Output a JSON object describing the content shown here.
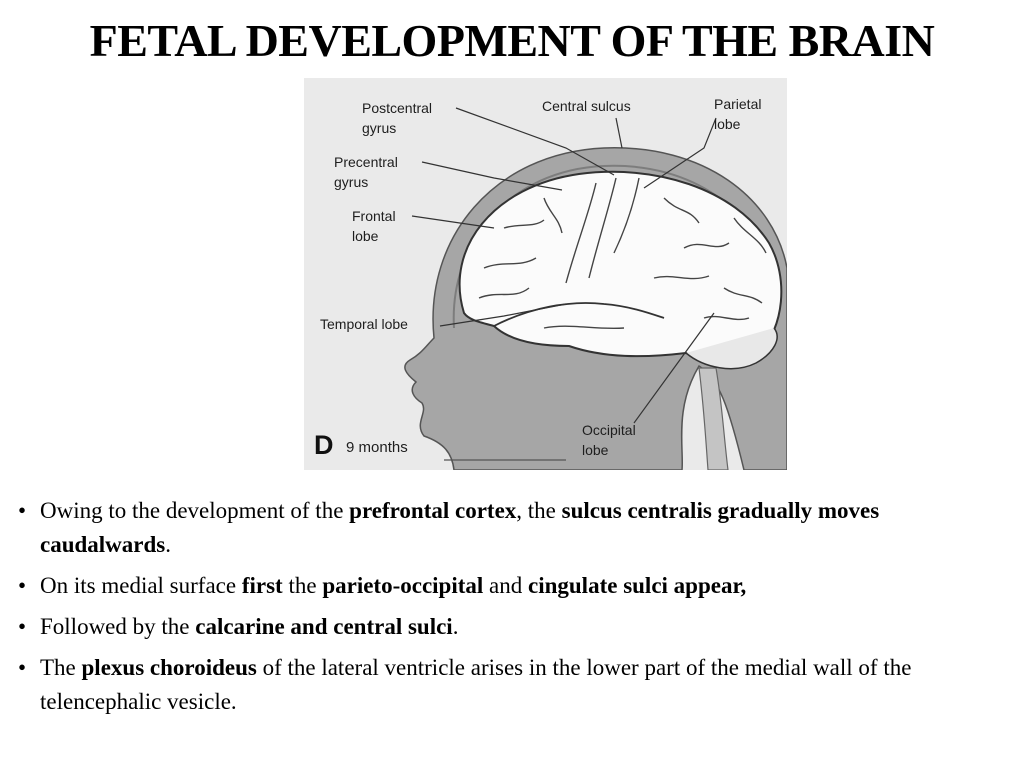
{
  "title": "FETAL DEVELOPMENT OF THE BRAIN",
  "figure": {
    "labels": {
      "postcentral": [
        "Postcentral",
        "gyrus"
      ],
      "central_sulcus": "Central sulcus",
      "parietal": [
        "Parietal",
        "lobe"
      ],
      "precentral": [
        "Precentral",
        "gyrus"
      ],
      "frontal": [
        "Frontal",
        "lobe"
      ],
      "temporal": "Temporal lobe",
      "occipital": [
        "Occipital",
        "lobe"
      ]
    },
    "panel_letter": "D",
    "age": "9 months"
  },
  "bullets": [
    {
      "b1_t1": "Owing to the development of the ",
      "b1_b1": "prefrontal cortex",
      "b1_t2": ", the ",
      "b1_b2": "sulcus centralis gradually moves caudalwards",
      "b1_t3": "."
    },
    {
      "b2_t1": "On its medial surface ",
      "b2_b1": "first",
      "b2_t2": " the ",
      "b2_b2": "parieto-occipital",
      "b2_t3": " and ",
      "b2_b3": "cingulate sulci appear,"
    },
    {
      "b3_t1": "Followed by the ",
      "b3_b1": "calcarine and central sulci",
      "b3_t2": "."
    },
    {
      "b4_t1": "The ",
      "b4_b1": "plexus choroideus",
      "b4_t2": " of the lateral ventricle arises in the lower part of the medial wall of the telencephalic vesicle."
    }
  ],
  "bullet_symbol": "•",
  "colors": {
    "background": "#ffffff",
    "figure_bg": "#eaeaea",
    "head": "#a6a6a6",
    "brain": "#fbfbfb"
  }
}
